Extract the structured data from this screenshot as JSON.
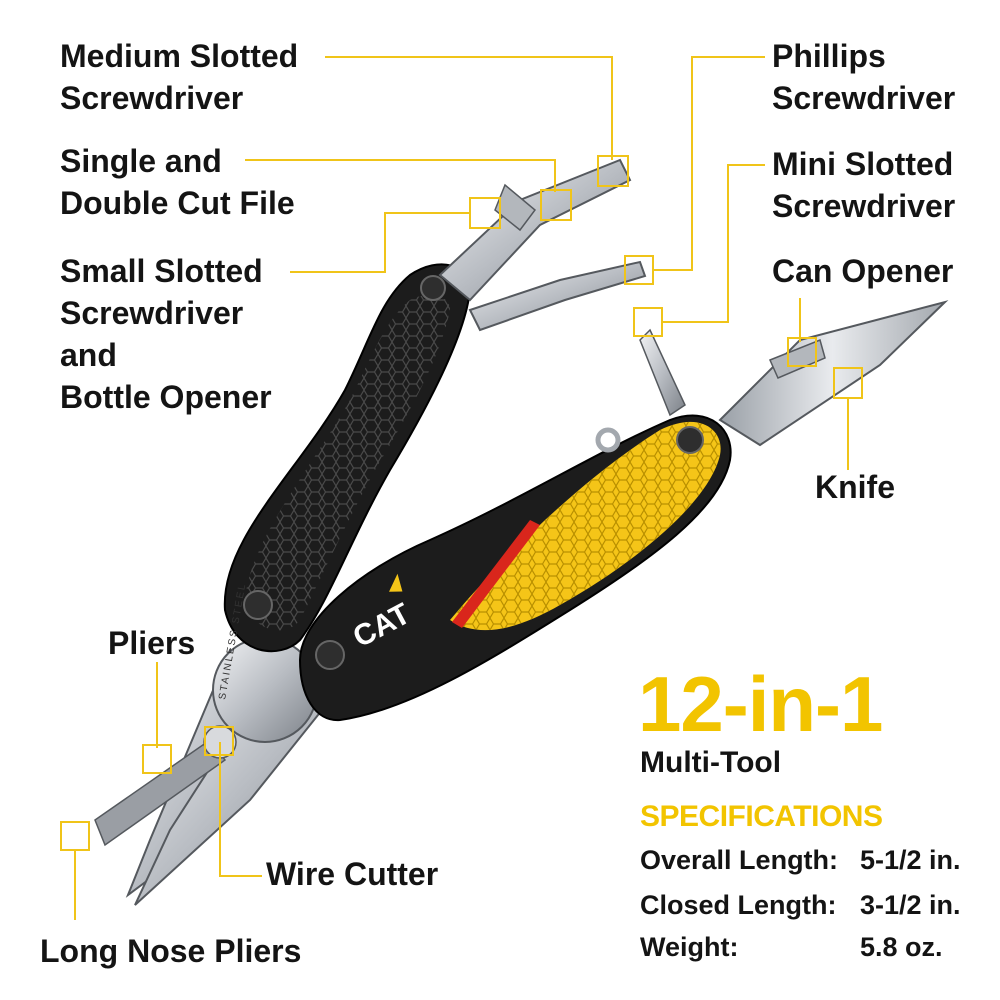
{
  "callouts": {
    "medium_slotted": [
      "Medium Slotted",
      "Screwdriver"
    ],
    "single_double_file": [
      "Single and",
      "Double Cut File"
    ],
    "small_slotted": [
      "Small Slotted",
      "Screwdriver",
      "and",
      "Bottle Opener"
    ],
    "phillips": [
      "Phillips",
      "Screwdriver"
    ],
    "mini_slotted": [
      "Mini Slotted",
      "Screwdriver"
    ],
    "can_opener": "Can Opener",
    "knife": "Knife",
    "pliers": "Pliers",
    "wire_cutter": "Wire Cutter",
    "long_nose_pliers": "Long Nose Pliers"
  },
  "product": {
    "count": "12-in-1",
    "name": "Multi-Tool",
    "brand_logo": "CAT",
    "blade_stamp": "STAINLESS STEEL"
  },
  "specifications": {
    "heading": "SPECIFICATIONS",
    "rows": [
      {
        "label": "Overall Length:",
        "value": "5-1/2 in."
      },
      {
        "label": "Closed Length:",
        "value": "3-1/2 in."
      },
      {
        "label": "Weight:",
        "value": "5.8 oz."
      }
    ]
  },
  "colors": {
    "accent": "#f2c400",
    "callout_line": "#f0c419",
    "handle_black": "#1c1c1c",
    "handle_yellow": "#f5c518",
    "steel": "#c9ccd0"
  }
}
